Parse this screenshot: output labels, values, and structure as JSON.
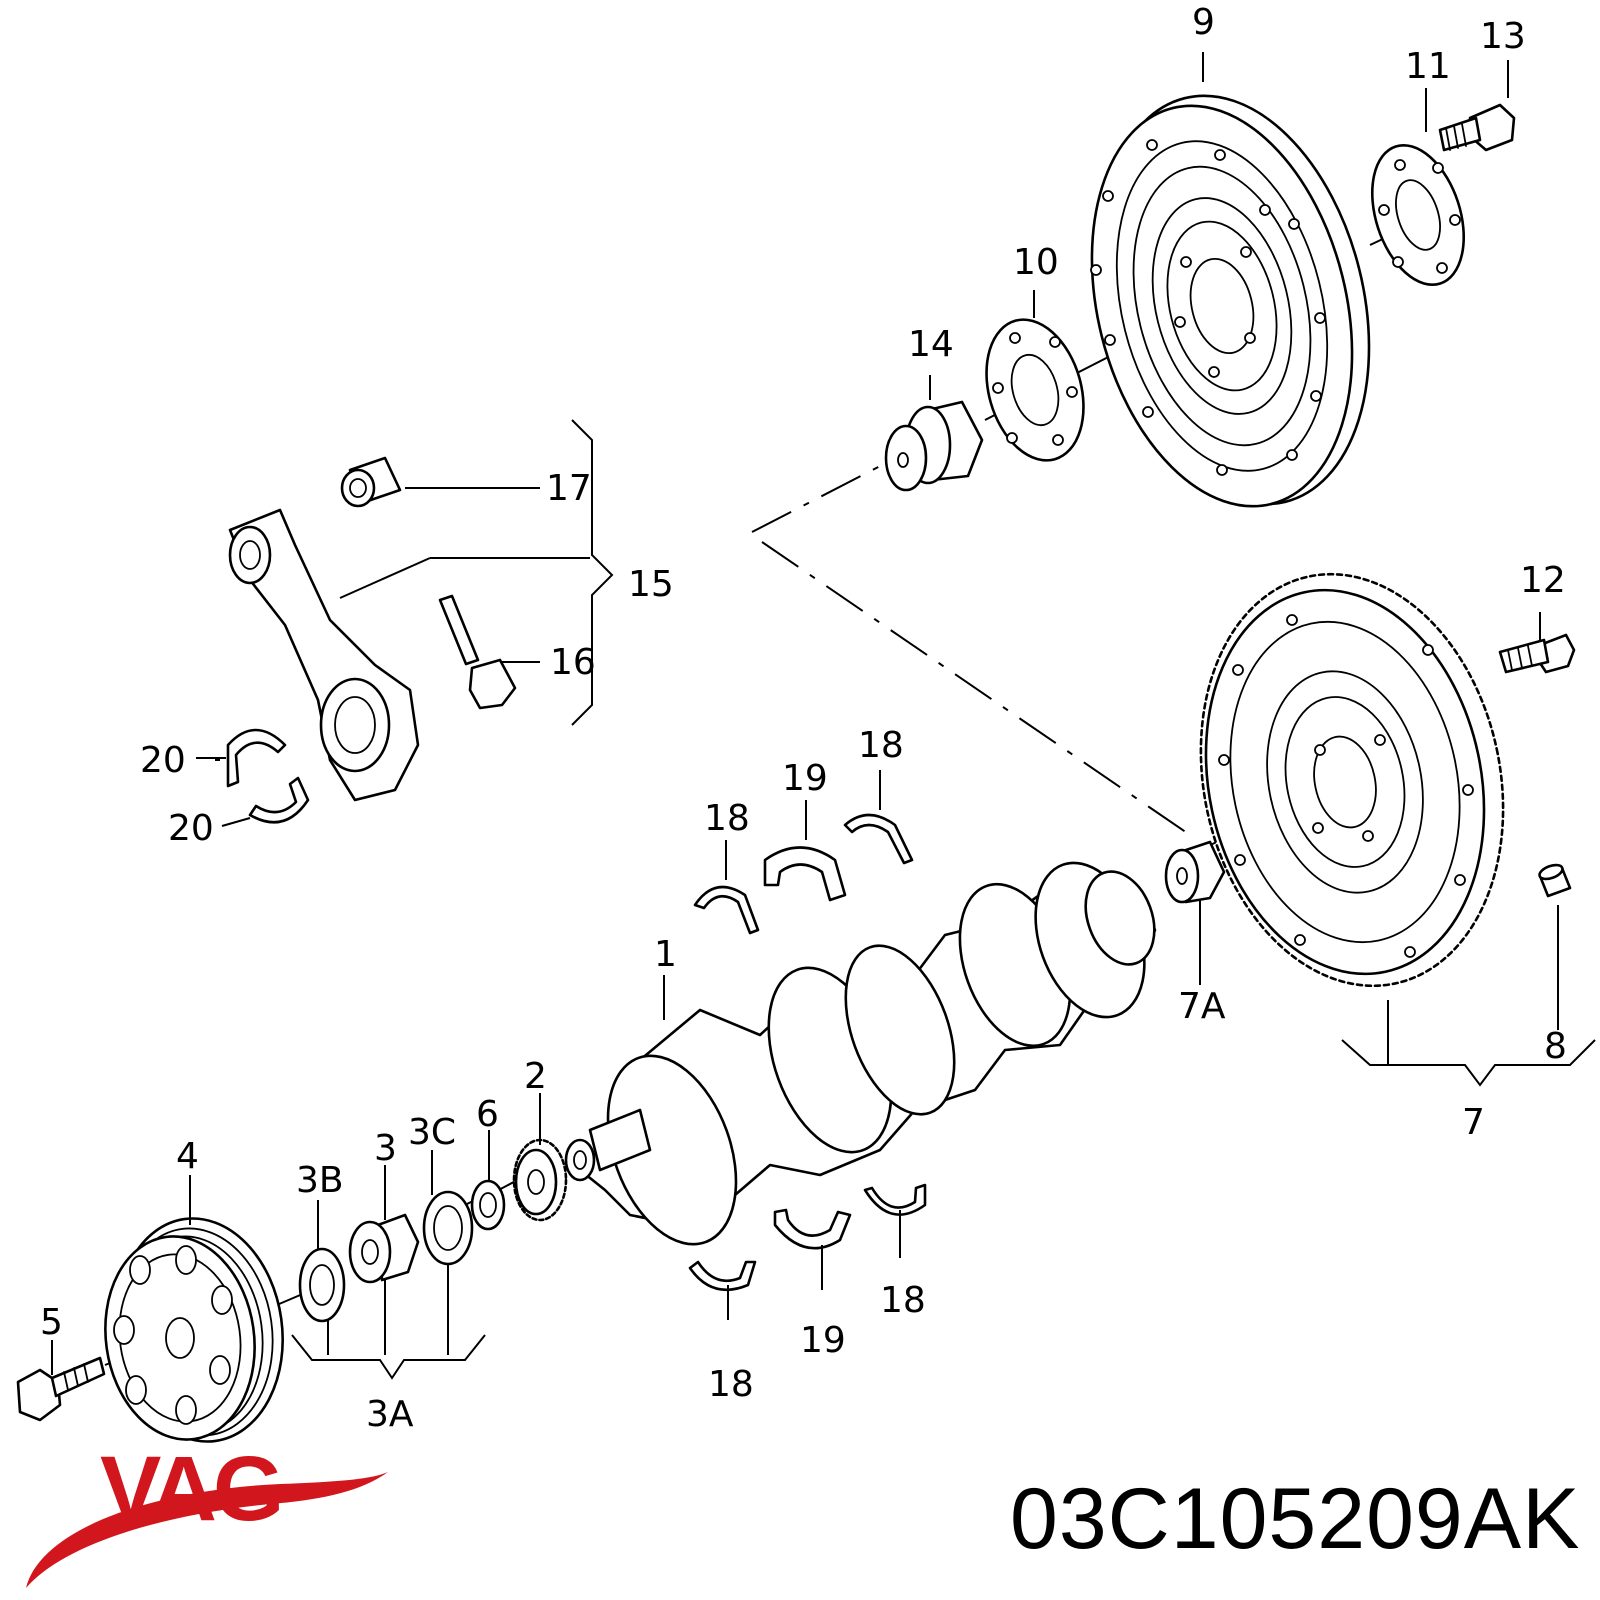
{
  "brand": {
    "name": "VAG",
    "color": "#d2161e"
  },
  "part_number": "03C105209AK",
  "labels": {
    "l1": "1",
    "l2": "2",
    "l3": "3",
    "l3A": "3A",
    "l3B": "3B",
    "l3C": "3C",
    "l4": "4",
    "l5": "5",
    "l6": "6",
    "l7": "7",
    "l7A": "7A",
    "l8": "8",
    "l9": "9",
    "l10": "10",
    "l11": "11",
    "l12": "12",
    "l13": "13",
    "l14": "14",
    "l15": "15",
    "l16": "16",
    "l17": "17",
    "l18a": "18",
    "l18b": "18",
    "l18c": "18",
    "l18d": "18",
    "l19a": "19",
    "l19b": "19",
    "l20a": "20",
    "l20b": "20"
  },
  "colors": {
    "line": "#000000",
    "background": "#ffffff"
  }
}
